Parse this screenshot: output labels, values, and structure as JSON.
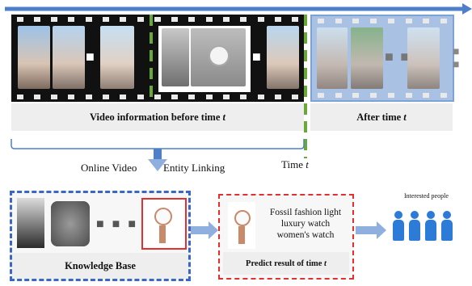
{
  "colors": {
    "accent_blue": "#4e7fc9",
    "green": "#6aa83a",
    "red": "#e03030",
    "people_blue": "#2c7bd6"
  },
  "before_caption": "Video information before time",
  "after_caption": "After time",
  "time_var": "t",
  "time_marker_label": "Time",
  "linking_label_left": "Online Video",
  "linking_label_right": "Entity Linking",
  "kb_title": "Knowledge Base",
  "predict_text_lines": [
    "Fossil fashion light",
    "luxury watch",
    "women's watch"
  ],
  "predict_caption": "Predict result of time",
  "interested_label": "Interested people",
  "icons": [
    "arrow-right-icon",
    "arrow-down-icon",
    "people-icon"
  ]
}
